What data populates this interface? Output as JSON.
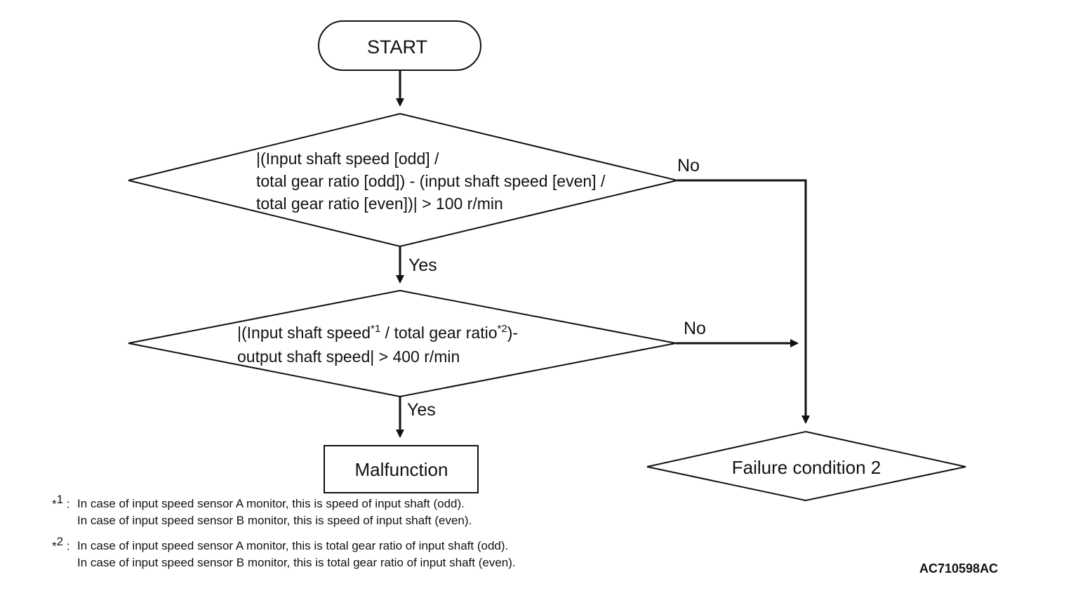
{
  "nodes": {
    "start": {
      "label": "START"
    },
    "decision1": {
      "lines": [
        "|(Input shaft speed [odd] /",
        "total gear ratio [odd]) - (input shaft speed [even] /",
        "total gear ratio [even])| > 100 r/min"
      ]
    },
    "decision2": {
      "line1_pre": "|(Input shaft speed",
      "line1_sup1": "*1",
      "line1_mid": " / total gear ratio",
      "line1_sup2": "*2",
      "line1_post": ")-",
      "line2": "output shaft speed| > 400 r/min"
    },
    "malfunction": {
      "label": "Malfunction"
    },
    "failure": {
      "label": "Failure condition 2"
    }
  },
  "edges": {
    "d1_yes": "Yes",
    "d1_no": "No",
    "d2_yes": "Yes",
    "d2_no": "No"
  },
  "footnotes": [
    {
      "mark": "*",
      "sup": "1",
      "sep": " : ",
      "lines": [
        "In case of input speed sensor A monitor, this is speed of input shaft (odd).",
        "In case of input speed sensor B monitor, this is speed of input shaft (even)."
      ]
    },
    {
      "mark": "*",
      "sup": "2",
      "sep": " : ",
      "lines": [
        "In case of input speed sensor A monitor, this is total gear ratio of input shaft (odd).",
        "In case of input speed sensor B monitor, this is total gear ratio of input shaft (even)."
      ]
    }
  ],
  "reference_code": "AC710598AC"
}
